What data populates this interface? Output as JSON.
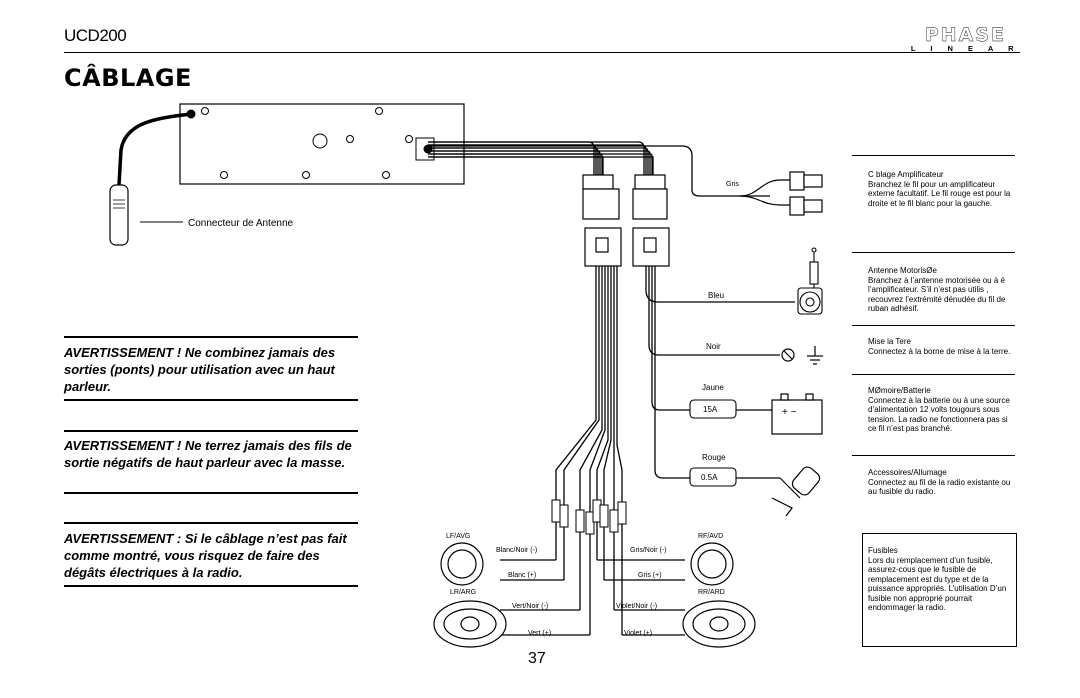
{
  "header": {
    "model": "UCD200",
    "brand_main": "PHASE",
    "brand_sub": "L I N E A R"
  },
  "page_title": "CÂBLAGE",
  "warnings": [
    "AVERTISSEMENT ! Ne combinez jamais des sorties (ponts) pour utilisation avec un haut parleur.",
    "AVERTISSEMENT ! Ne terrez jamais des fils de sortie négatifs de haut parleur avec la masse.",
    "AVERTISSEMENT : Si le câblage n’est pas fait comme montré, vous risquez de faire des dégâts électriques à la radio."
  ],
  "diagram": {
    "antenna_label": "Connecteur de Antenne",
    "wires": {
      "gris": "Gris",
      "bleu": "Bleu",
      "noir": "Noir",
      "jaune": "Jaune",
      "rouge": "Rouge"
    },
    "fuses": {
      "jaune": "15A",
      "rouge": "0.5A"
    },
    "battery_symbols": "+  −",
    "speakers": {
      "lf": "LF/AVG",
      "rf": "RF/AVD",
      "lr": "LR/ARG",
      "rr": "RR/ARD"
    },
    "speaker_wires": {
      "lf_neg": "Blanc/Noir (-)",
      "lf_pos": "Blanc (+)",
      "rf_neg": "Gris/Noir (-)",
      "rf_pos": "Gris (+)",
      "lr_neg": "Vert/Noir (-)",
      "lr_pos": "Vert (+)",
      "rr_neg": "Violet/Noir (-)",
      "rr_pos": "Violet (+)"
    }
  },
  "notes": [
    {
      "head": "C blage Amplificateur",
      "body": "Branchez le fil pour un amplificateur externe facultatif. Le fil rouge est pour la droite et le fil blanc pour la gauche."
    },
    {
      "head": "Antenne MotorisØe",
      "body": "Branchez à l’antenne motorisée ou à é l’amplificateur. S’il n’est pas utilis , recouvrez l’extrémité dénudée du fil de ruban adhésif."
    },
    {
      "head": "Mise  la Tere",
      "body": "Connectez à la borne de mise à la terre."
    },
    {
      "head": "MØmoire/Batterie",
      "body": "Connectez à la batterie ou à une source d’alimentation 12 volts tougours sous tension. La radio ne fonctionnera pas si ce fil n’est pas branché."
    },
    {
      "head": "Accessoires/Allumage",
      "body": "Connectez au fil de la radio existante ou au fusible du radio."
    },
    {
      "head": "Fusibles",
      "body": "Lors du remplacement d’un fusible, assurez-cous que le fusible de remplacement est du type et de la puissance appropriés. L’utilisation D’un fusible non approprié pourrait endommager la radio."
    }
  ],
  "page_number": "37"
}
